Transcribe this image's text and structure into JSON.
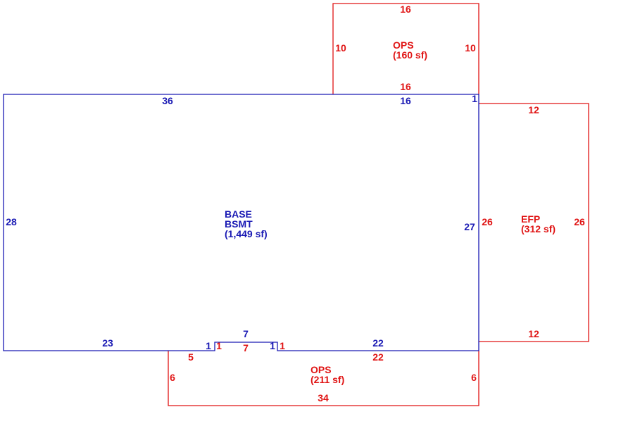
{
  "colors": {
    "base": "#1a1ab4",
    "addition": "#e01414",
    "background": "#ffffff"
  },
  "base_area": {
    "name": "BASE",
    "sub": "BSMT",
    "area": "(1,449 sf)",
    "dims": {
      "top_left": "36",
      "top_right": "16",
      "jog": "1",
      "left": "28",
      "right": "27",
      "bottom_left": "23",
      "notch_left": "1",
      "notch_top": "7",
      "notch_right": "1",
      "bottom_right": "22"
    }
  },
  "ops_top": {
    "name": "OPS",
    "area": "(160 sf)",
    "dims": {
      "top": "16",
      "left": "10",
      "right": "10",
      "bottom": "16"
    }
  },
  "efp": {
    "name": "EFP",
    "area": "(312 sf)",
    "dims": {
      "top": "12",
      "left": "26",
      "right": "26",
      "bottom": "12"
    }
  },
  "ops_bottom": {
    "name": "OPS",
    "area": "(211 sf)",
    "dims": {
      "notch_left": "1",
      "notch_bottom": "7",
      "notch_right": "1",
      "top_left": "5",
      "top_right": "22",
      "left": "6",
      "right": "6",
      "bottom": "34"
    }
  }
}
